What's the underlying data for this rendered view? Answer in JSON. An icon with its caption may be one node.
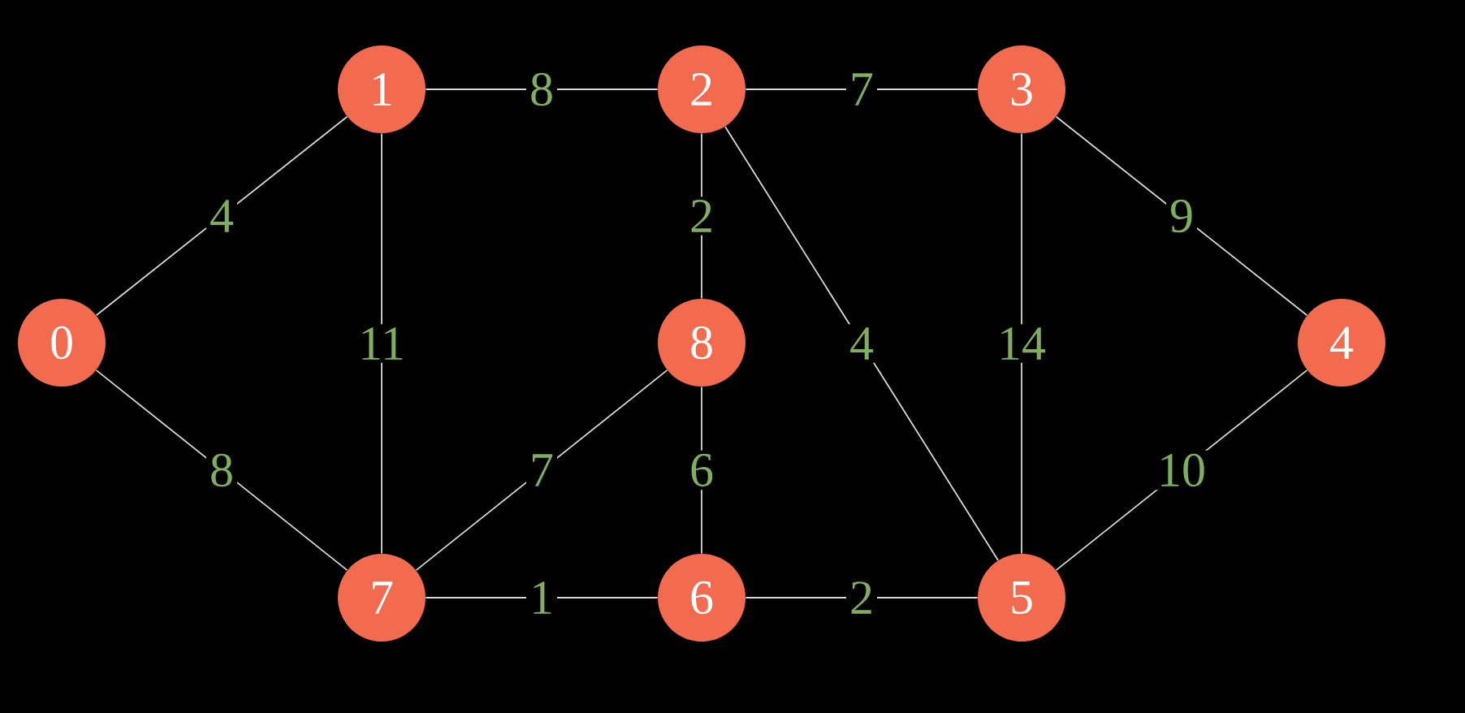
{
  "diagram": {
    "nodes": [
      {
        "text": [
          "0"
        ]
      },
      {
        "text": [
          "1"
        ]
      },
      {
        "text": [
          "2"
        ]
      },
      {
        "text": [
          "3"
        ]
      },
      {
        "text": [
          "4"
        ]
      },
      {
        "text": [
          "5"
        ]
      },
      {
        "text": [
          "6"
        ]
      },
      {
        "text": [
          "7"
        ]
      },
      {
        "text": [
          "8"
        ]
      }
    ],
    "edges": [
      {
        "from": 0,
        "to": 1,
        "arrow": "none",
        "label": "4"
      },
      {
        "from": 0,
        "to": 7,
        "arrow": "none",
        "label": "8"
      },
      {
        "from": 1,
        "to": 2,
        "arrow": "none",
        "label": "8"
      },
      {
        "from": 1,
        "to": 7,
        "arrow": "none",
        "label": "11"
      },
      {
        "from": 2,
        "to": 3,
        "arrow": "none",
        "label": "7"
      },
      {
        "from": 2,
        "to": 8,
        "arrow": "none",
        "label": "2"
      },
      {
        "from": 2,
        "to": 5,
        "arrow": "none",
        "label": "4"
      },
      {
        "from": 3,
        "to": 4,
        "arrow": "none",
        "label": "9"
      },
      {
        "from": 3,
        "to": 5,
        "arrow": "none",
        "label": "14"
      },
      {
        "from": 4,
        "to": 5,
        "arrow": "none",
        "label": "10"
      },
      {
        "from": 8,
        "to": 7,
        "arrow": "none",
        "label": "7"
      },
      {
        "from": 8,
        "to": 6,
        "arrow": "none",
        "label": "6"
      },
      {
        "from": 7,
        "to": 6,
        "arrow": "none",
        "label": "1"
      },
      {
        "from": 6,
        "to": 5,
        "arrow": "none",
        "label": "2"
      }
    ]
  }
}
